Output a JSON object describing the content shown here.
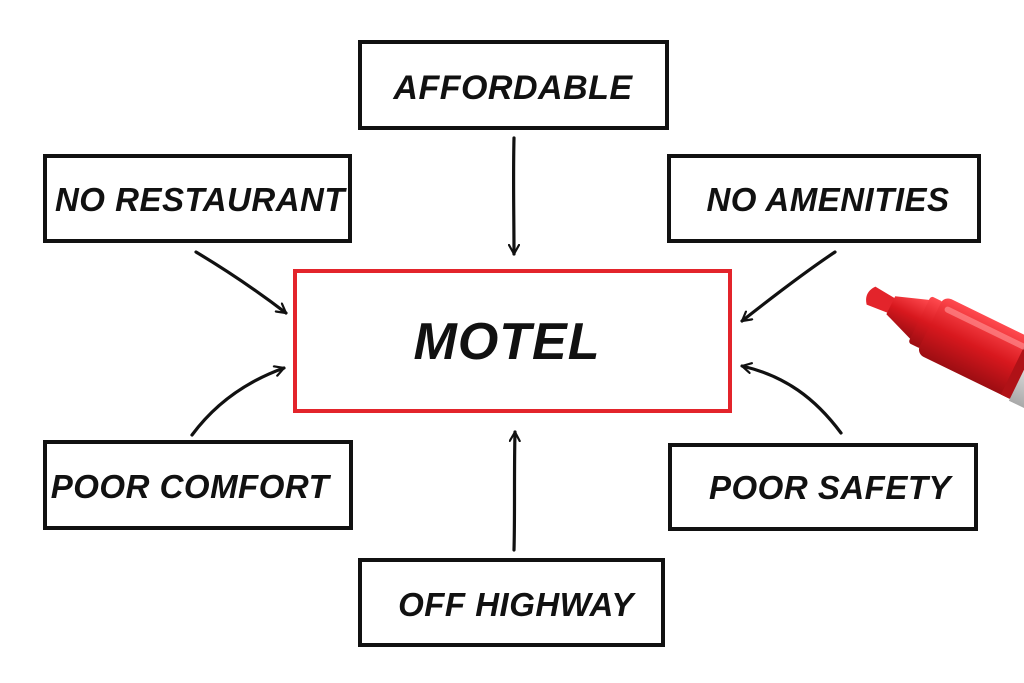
{
  "center": {
    "label": "MOTEL"
  },
  "nodes": {
    "top": {
      "label": "AFFORDABLE"
    },
    "top_left": {
      "label": "NO RESTAURANT"
    },
    "top_right": {
      "label": "NO AMENITIES"
    },
    "bottom_left": {
      "label": "POOR COMFORT"
    },
    "bottom_right": {
      "label": "POOR SAFETY"
    },
    "bottom": {
      "label": "OFF HIGHWAY"
    }
  },
  "colors": {
    "ink": "#111111",
    "accent_red": "#e3242b",
    "marker_body": "#d8181e",
    "background": "#ffffff"
  },
  "icons": [
    "red-marker-icon"
  ]
}
